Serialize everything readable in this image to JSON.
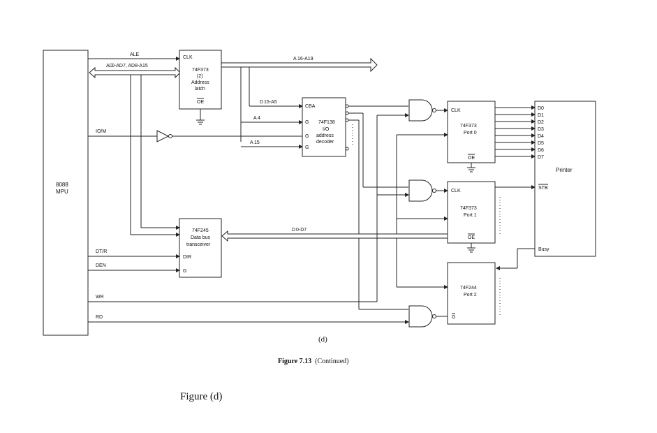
{
  "mpu": {
    "line1": "8088",
    "line2": "MPU"
  },
  "signals": {
    "ale": "ALE",
    "addr_data": "AD",
    "io_m": "IO/M",
    "dt_r": "DT/R",
    "den": "DEN",
    "wr": "WR",
    "rd": "RD"
  },
  "latch": {
    "clk": "CLK",
    "part": "74F373",
    "count": "(2)",
    "name1": "Address",
    "name2": "latch",
    "oe": "OE"
  },
  "buses": {
    "upper_addr": "A",
    "mid_addr": "D",
    "data": "D",
    "a": "A",
    "a2": "A"
  },
  "decoder": {
    "part": "74F138",
    "name1": "I/O",
    "name2": "address",
    "name3": "decoder",
    "cba": "CBA",
    "g2b": "G",
    "g2a": "G",
    "g1": "G"
  },
  "transceiver": {
    "part": "74F245",
    "name1": "Data bus",
    "name2": "transceiver",
    "dir": "DIR",
    "g": "G"
  },
  "port0": {
    "clk": "CLK",
    "part": "74F373",
    "name": "Port 0",
    "oe": "OE"
  },
  "port1": {
    "clk": "CLK",
    "part": "74F373",
    "name": "Port 1",
    "oe": "OE"
  },
  "port2": {
    "part": "74F244",
    "name": "Port 2",
    "g": "G"
  },
  "printer": {
    "name": "Printer",
    "stb": "STB",
    "busy": "Busy",
    "pins": [
      "D0",
      "D1",
      "D2",
      "D3",
      "D4",
      "D5",
      "D6",
      "D7"
    ]
  },
  "caption": {
    "sub": "(d)",
    "figure_num": "Figure 7.13",
    "continued": "(Continued)",
    "figure_label": "Figure (d)"
  }
}
